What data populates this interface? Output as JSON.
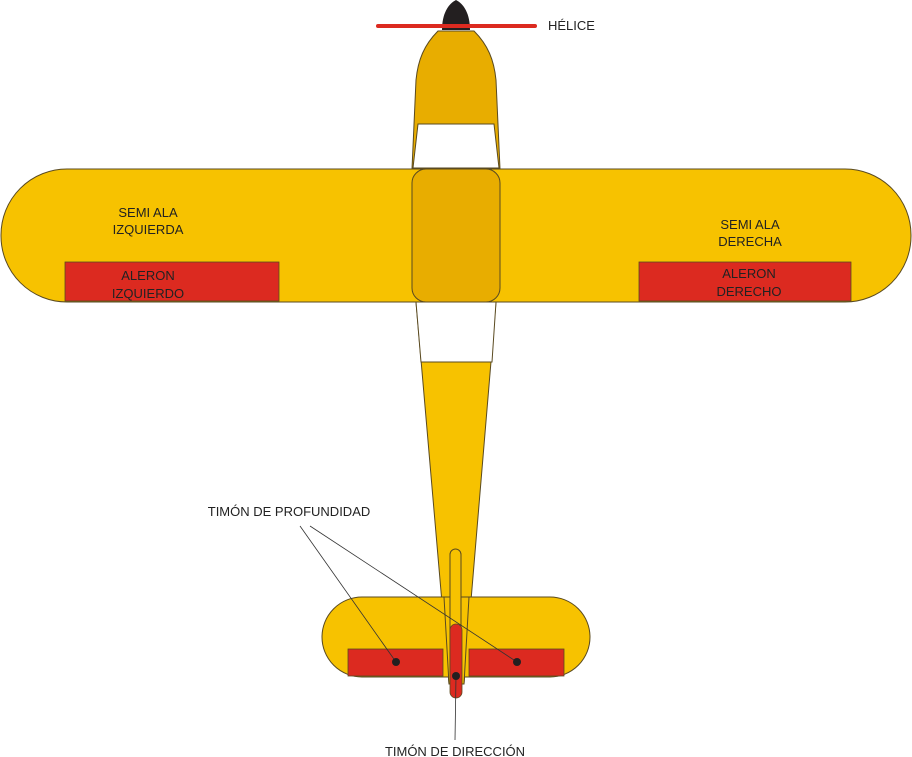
{
  "labels": {
    "propeller": "HÉLICE",
    "left_wing": [
      "SEMI ALA",
      "IZQUIERDA"
    ],
    "left_aileron": [
      "ALERON",
      "IZQUIERDO"
    ],
    "right_wing": [
      "SEMI ALA",
      "DERECHA"
    ],
    "right_aileron": [
      "ALERON",
      "DERECHO"
    ],
    "elevator": "TIMÓN DE PROFUNDIDAD",
    "rudder": "TIMÓN DE DIRECCIÓN"
  },
  "colors": {
    "body": "#f7c200",
    "body_dark": "#e8ad00",
    "control_surface": "#dc2a20",
    "spinner": "#231f20",
    "outline": "#5a4a20"
  }
}
